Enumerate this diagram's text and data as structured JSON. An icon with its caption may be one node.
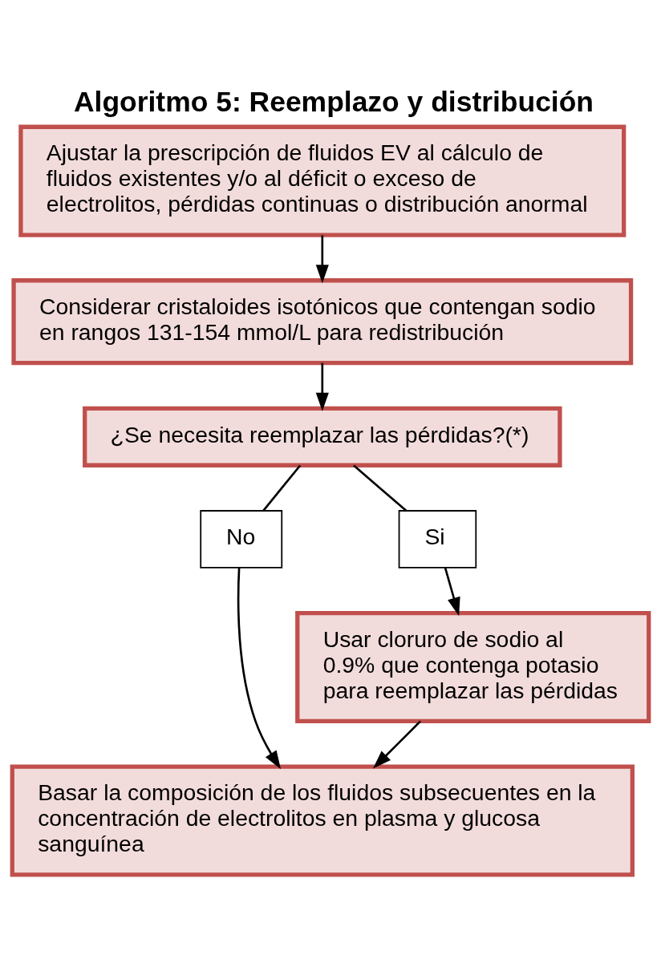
{
  "diagram": {
    "title": "Algoritmo 5: Reemplazo y distribución",
    "nodes": [
      {
        "text": [
          "Ajustar la prescripción de fluidos EV al cálculo de fluidos existentes y/o al déficit o exceso de electrolitos, pérdidas continuas o distribución anormal"
        ]
      },
      {
        "text": [
          "Considerar cristaloides isotónicos que contengan sodio en rangos 131-154 mmol/L para redistribución"
        ]
      },
      {
        "text": [
          "¿Se necesita reemplazar las pérdidas?(*)"
        ]
      },
      {
        "text": [
          "No"
        ]
      },
      {
        "text": [
          "Si"
        ]
      },
      {
        "text": [
          "Usar cloruro de sodio al 0.9% que contenga potasio para reemplazar las pérdidas"
        ]
      },
      {
        "text": [
          "Basar la composición de los fluidos subsecuentes en la concentración de electrolitos en plasma y glucosa sanguínea"
        ]
      }
    ],
    "edges": [
      {
        "from": 0,
        "to": 1,
        "arrow": "to"
      },
      {
        "from": 1,
        "to": 2,
        "arrow": "to"
      },
      {
        "from": 2,
        "to": 3,
        "arrow": "none"
      },
      {
        "from": 3,
        "to": 6,
        "arrow": "to"
      },
      {
        "from": 2,
        "to": 4,
        "arrow": "none"
      },
      {
        "from": 4,
        "to": 5,
        "arrow": "to"
      },
      {
        "from": 5,
        "to": 6,
        "arrow": "to"
      }
    ]
  }
}
